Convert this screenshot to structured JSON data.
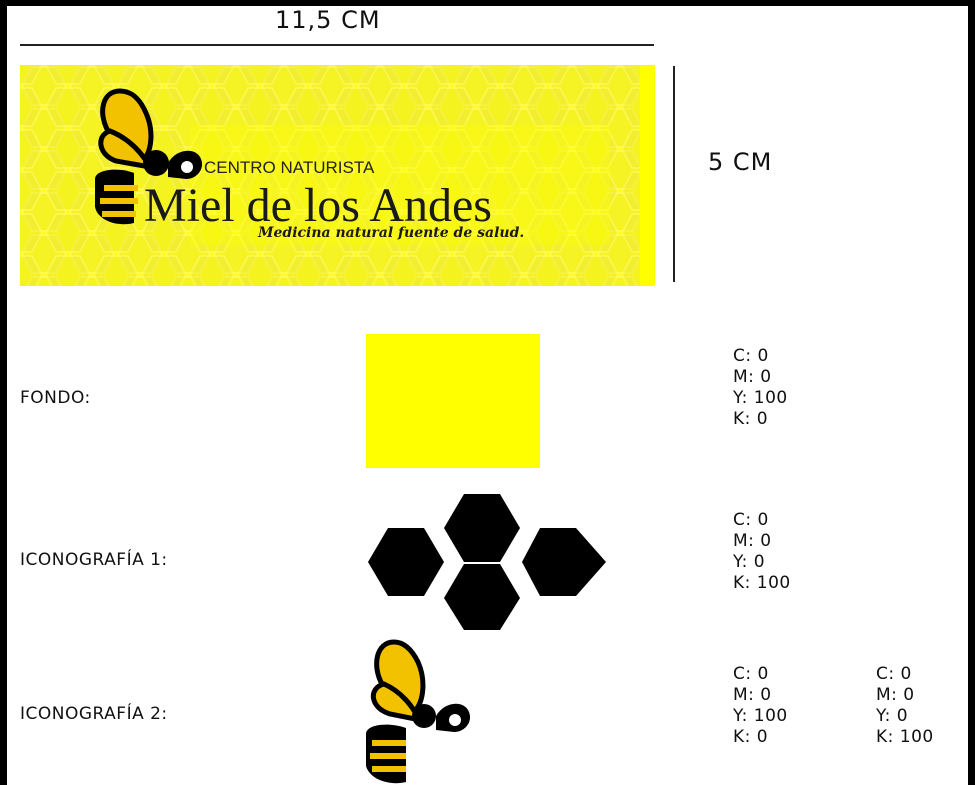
{
  "dimensions": {
    "width_label": "11,5  CM",
    "height_label": "5  CM"
  },
  "logo": {
    "subtitle": "CENTRO NATURISTA",
    "name": "Miel de los Andes",
    "tagline": "Medicina natural fuente de salud."
  },
  "rows": {
    "fondo": {
      "label": "FONDO:",
      "swatch_color": "#ffff00",
      "cmyk": [
        "C:  0",
        "M:  0",
        "Y:  100",
        "K:  0"
      ]
    },
    "iconografia1": {
      "label": "ICONOGRAFÍA  1:",
      "icon": "honeycomb-icon",
      "cmyk": [
        "C:  0",
        "M:  0",
        "Y:  0",
        "K:  100"
      ]
    },
    "iconografia2": {
      "label": "ICONOGRAFÍA  2:",
      "icon": "bee-icon",
      "cmyk_a": [
        "C:  0",
        "M:  0",
        "Y:  100",
        "K:  0"
      ],
      "cmyk_b": [
        "C:  0",
        "M:  0",
        "Y:  0",
        "K:  100"
      ]
    }
  },
  "colors": {
    "yellow": "#ffff00",
    "black": "#000000",
    "bee_yellow": "#f2c200"
  }
}
